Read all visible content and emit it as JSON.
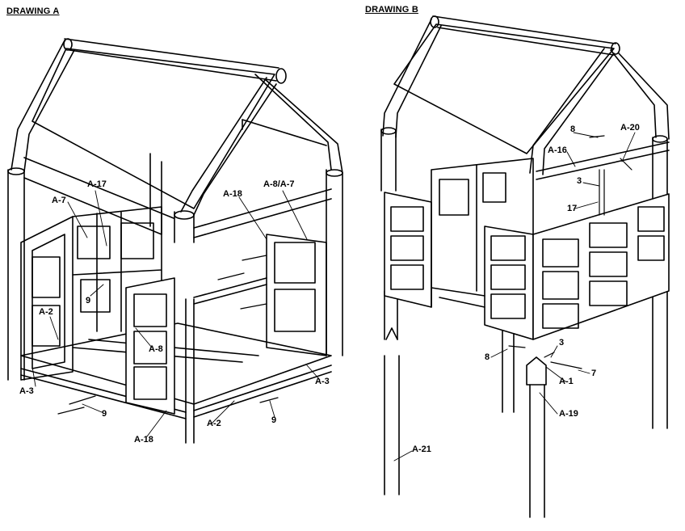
{
  "drawings": [
    {
      "title": "DRAWING A",
      "labels": [
        "A-17",
        "A-7",
        "A-18",
        "A-8/A-7",
        "9",
        "A-2",
        "A-8",
        "A-3",
        "9",
        "A-18",
        "A-2",
        "9",
        "A-3"
      ]
    },
    {
      "title": "DRAWING B",
      "labels": [
        "8",
        "A-20",
        "A-16",
        "3",
        "17",
        "3",
        "8",
        "A-1",
        "7",
        "A-19",
        "A-21"
      ]
    }
  ],
  "colors": {
    "ink": "#000000",
    "paper": "#ffffff"
  }
}
